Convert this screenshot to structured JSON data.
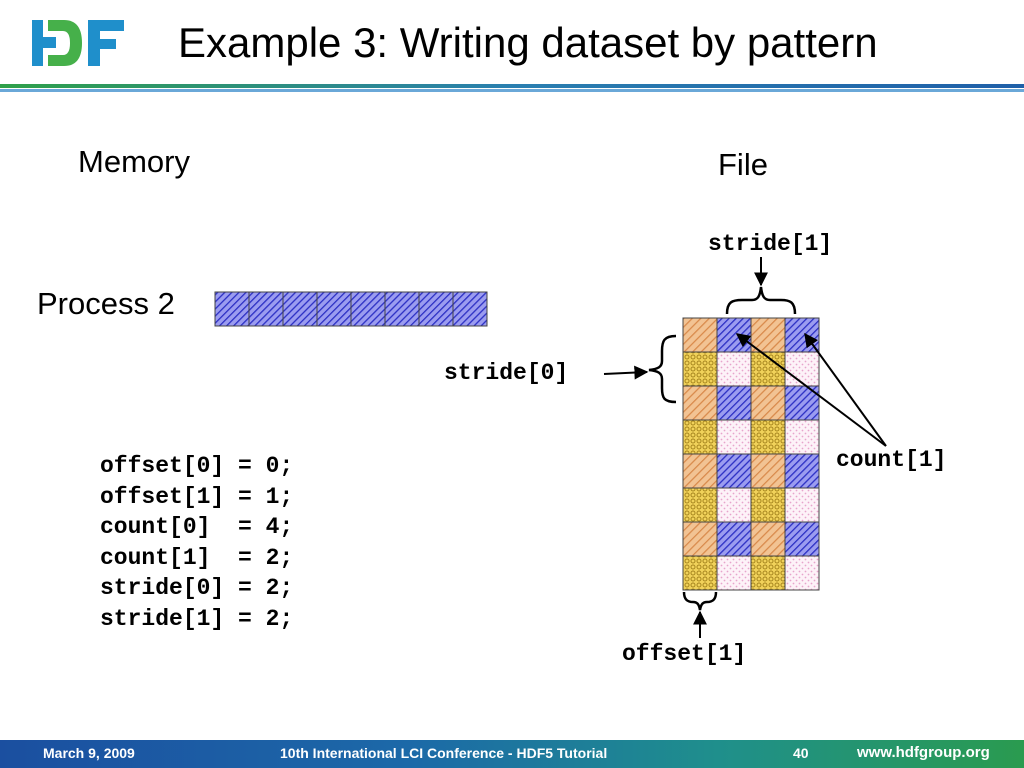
{
  "header": {
    "logo_text": "HDF",
    "title": "Example 3: Writing dataset by pattern"
  },
  "labels": {
    "memory": "Memory",
    "file": "File",
    "process": "Process 2"
  },
  "annotations": {
    "stride1": "stride[1]",
    "stride0": "stride[0]",
    "count1": "count[1]",
    "offset1": "offset[1]"
  },
  "code_lines": [
    "offset[0] = 0;",
    "offset[1] = 1;",
    "count[0]  = 4;",
    "count[1]  = 2;",
    "stride[0] = 2;",
    "stride[1] = 2;"
  ],
  "memory_buffer": {
    "cells": 8
  },
  "file_grid": {
    "rows": 8,
    "cols": 4
  },
  "colors": {
    "selected_blue": "#3a3fc8",
    "orange": "#e5a56a",
    "gold": "#d2b23a",
    "pink": "#f4cde4",
    "rule_blue": "#2a6cb0",
    "rule_green": "#2ea04a"
  },
  "footer": {
    "date": "March 9, 2009",
    "event": "10th International LCI Conference - HDF5 Tutorial",
    "page": "40",
    "url": "www.hdfgroup.org"
  }
}
